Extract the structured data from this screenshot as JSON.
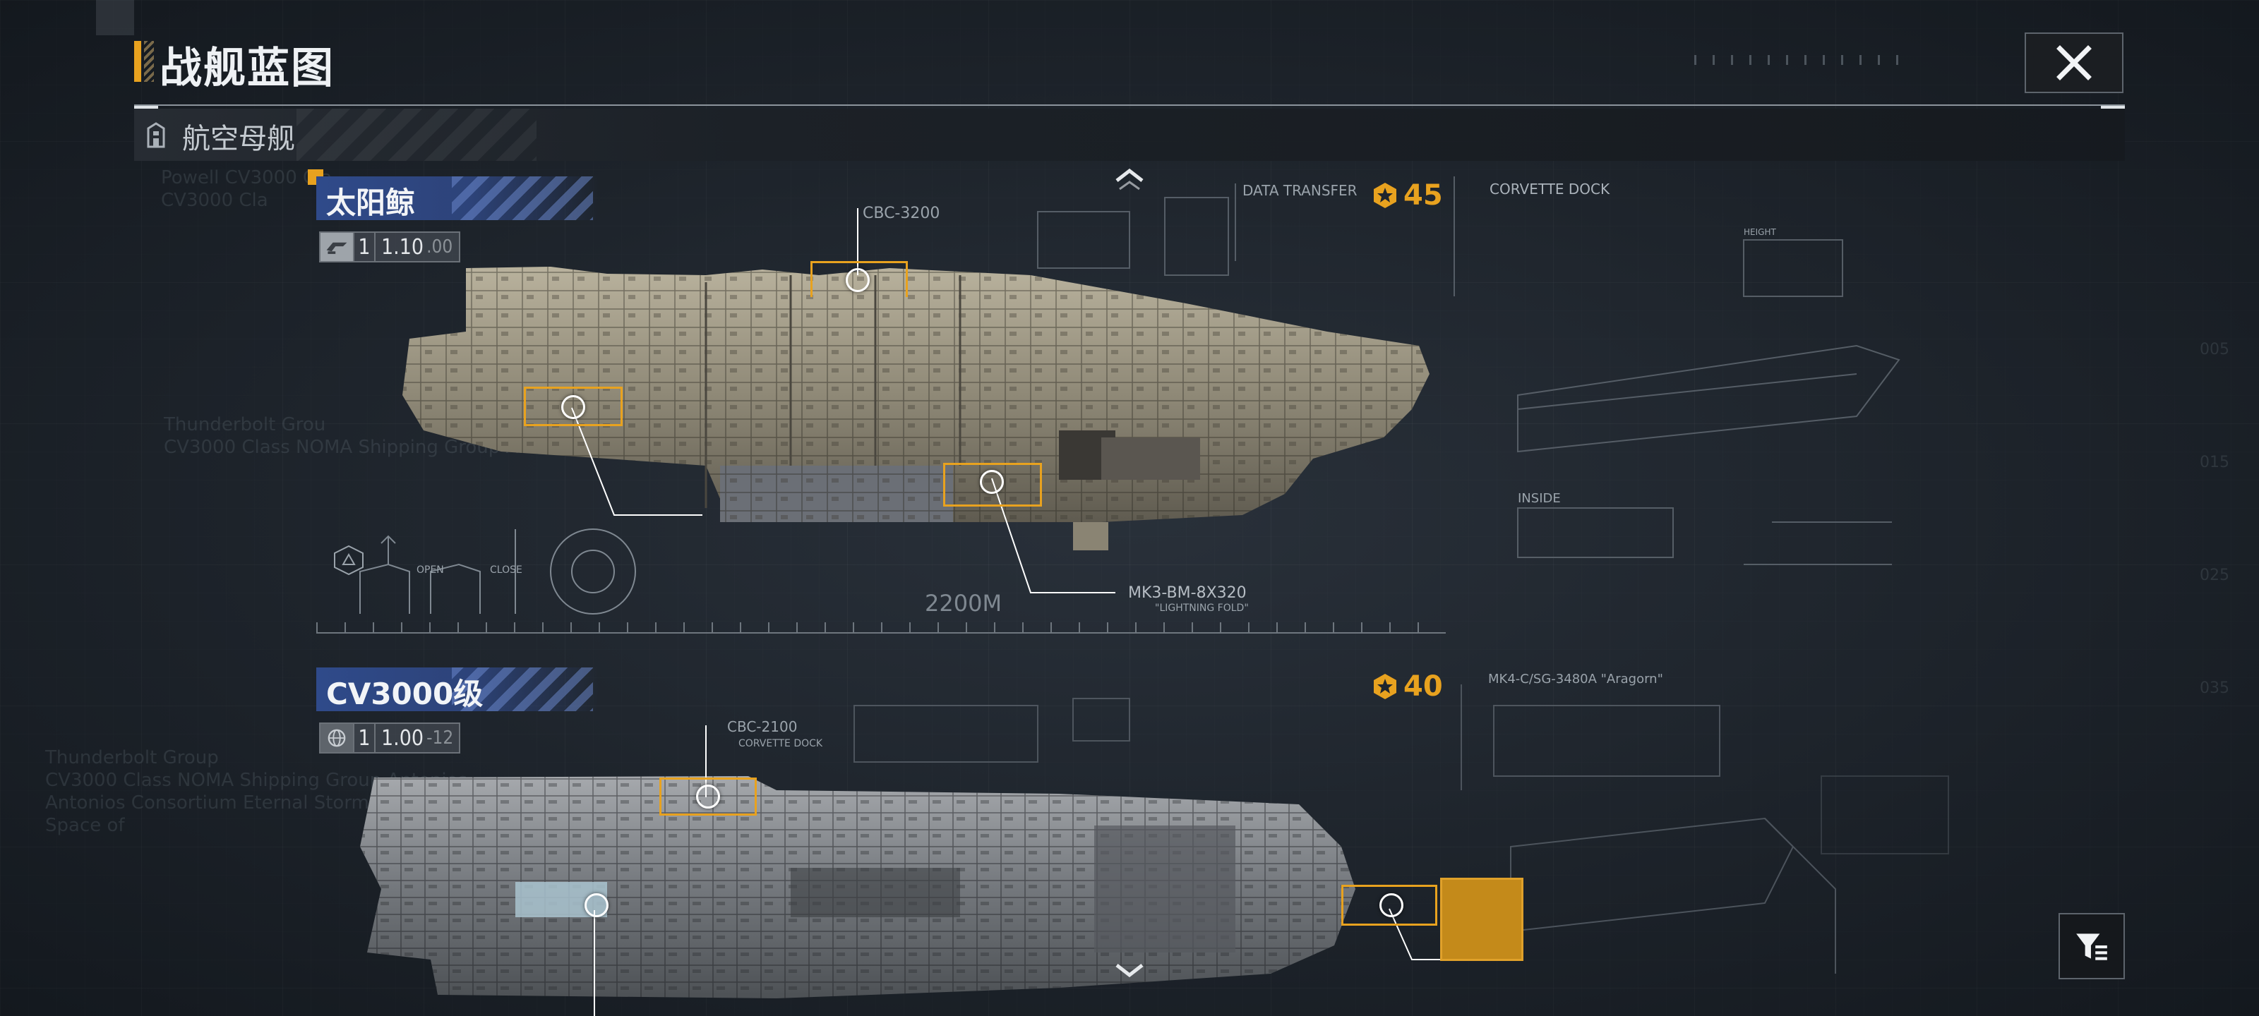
{
  "header": {
    "title": "战舰蓝图",
    "close_icon": "close-icon"
  },
  "category": {
    "label": "航空母舰",
    "icon": "carrier-building-icon"
  },
  "ships": [
    {
      "name": "太阳鲸",
      "badge": {
        "icon": "engine-icon",
        "tier": "1",
        "main": "1.10",
        "sub": ".00"
      },
      "cost": "45",
      "cost_icon": "star-badge-icon",
      "callouts": [
        "CBC-3200",
        "MK3-BM-8X320",
        "\"LIGHTNING FOLD\""
      ],
      "scale_label": "2200M",
      "blueprint_labels": [
        "DATA TRANSFER",
        "CORVETTE DOCK",
        "INSIDE",
        "HEIGHT",
        "OPEN",
        "CLOSE"
      ]
    },
    {
      "name": "CV3000级",
      "badge": {
        "icon": "globe-icon",
        "tier": "1",
        "main": "1.00",
        "sub": "-12"
      },
      "cost": "40",
      "cost_icon": "star-badge-icon",
      "callouts": [
        "CBC-2100",
        "CORVETTE DOCK"
      ],
      "blueprint_labels": [
        "MK4-C/SG-3480A \"Aragorn\""
      ]
    }
  ],
  "ghost_text": {
    "a": [
      "Powell CV3000 Cla",
      "CV3000 Cla"
    ],
    "b": [
      "Thunderbolt Grou",
      "CV3000 Class NOMA Shipping Group Arte"
    ],
    "c": [
      "Thunderbolt Group",
      "CV3000 Class NOMA Shipping Group Antonios",
      "Antonios Consortium Eternal Storm Cells",
      "Space of"
    ]
  },
  "side_numbers": [
    "005",
    "015",
    "025",
    "035"
  ],
  "colors": {
    "accent": "#e8a21f",
    "name_banner": "#2f4a8a",
    "background": "#1f252d"
  },
  "controls": {
    "scroll_up_icon": "chevron-up-icon",
    "scroll_down_icon": "chevron-down-icon",
    "filter_icon": "filter-list-icon"
  }
}
